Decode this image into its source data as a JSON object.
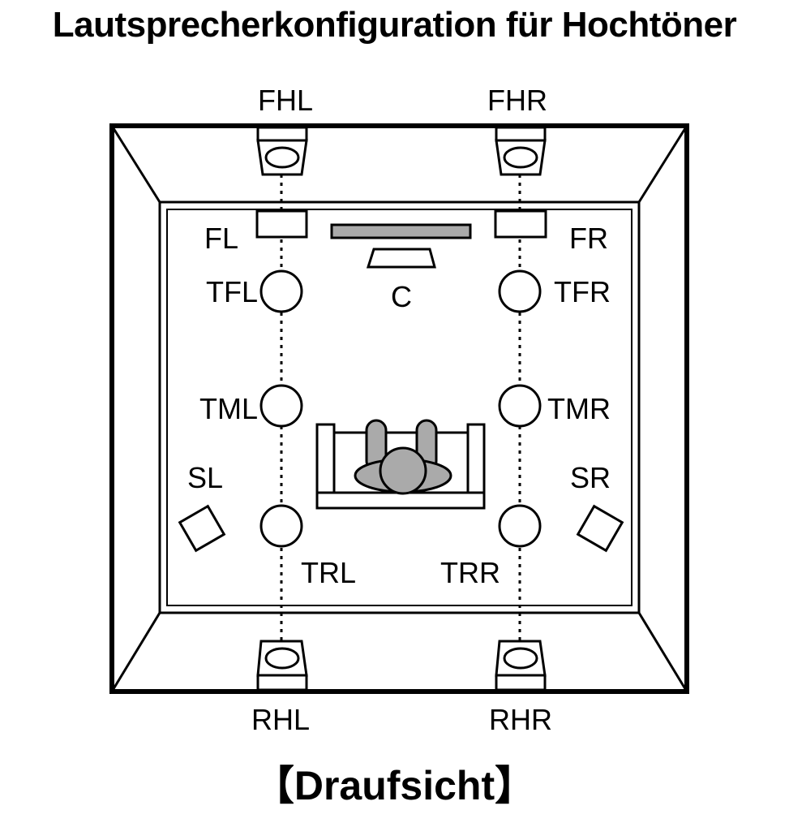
{
  "title": "Lautsprecherkonfiguration für Hochtöner",
  "caption": "【Draufsicht】",
  "colors": {
    "line": "#000000",
    "gray": "#aaaaaa",
    "background": "#ffffff"
  },
  "labels": {
    "fhl": "FHL",
    "fhr": "FHR",
    "fl": "FL",
    "fr": "FR",
    "c": "C",
    "tfl": "TFL",
    "tfr": "TFR",
    "tml": "TML",
    "tmr": "TMR",
    "sl": "SL",
    "sr": "SR",
    "trl": "TRL",
    "trr": "TRR",
    "rhl": "RHL",
    "rhr": "RHR"
  }
}
